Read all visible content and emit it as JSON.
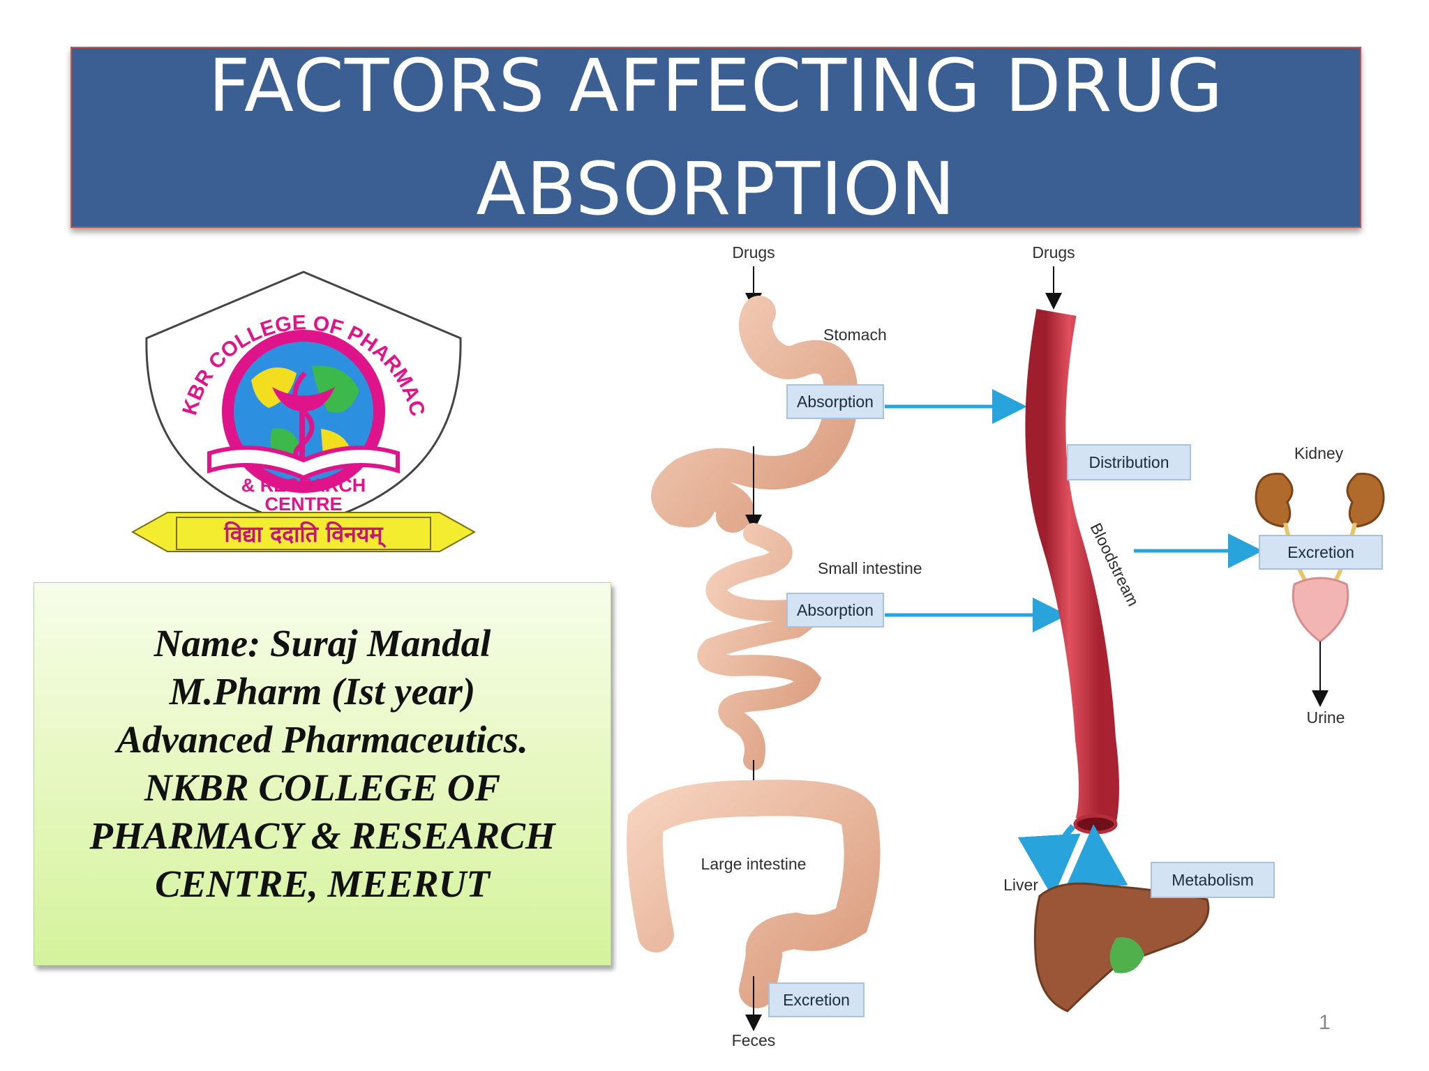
{
  "slide": {
    "title_line1": "FACTORS AFFECTING DRUG",
    "title_line2": "ABSORPTION",
    "page_number": "1"
  },
  "logo": {
    "arc_text": "NKBR COLLEGE OF PHARMACY",
    "research_line1": "& RESEARCH",
    "research_line2": "CENTRE",
    "motto": "विद्या ददाति विनयम्"
  },
  "info": {
    "lines": [
      "Name: Suraj Mandal",
      "M.Pharm (Ist year)",
      "Advanced Pharmaceutics.",
      "NKBR COLLEGE OF",
      "PHARMACY & RESEARCH",
      "CENTRE, MEERUT"
    ]
  },
  "diagram": {
    "drugs_left": "Drugs",
    "drugs_right": "Drugs",
    "stomach": "Stomach",
    "small_intestine": "Small intestine",
    "large_intestine": "Large intestine",
    "feces": "Feces",
    "kidney": "Kidney",
    "urine": "Urine",
    "liver": "Liver",
    "bloodstream": "Bloodstream",
    "boxes": {
      "absorption_stomach": "Absorption",
      "absorption_intestine": "Absorption",
      "distribution": "Distribution",
      "excretion_kidney": "Excretion",
      "metabolism": "Metabolism",
      "excretion_feces": "Excretion"
    }
  },
  "colors": {
    "title_bg": "#3b5f92",
    "arrow_blue": "#29a3dc",
    "box_fill": "#d3e3f3",
    "vessel_red": "#cf3a48"
  }
}
